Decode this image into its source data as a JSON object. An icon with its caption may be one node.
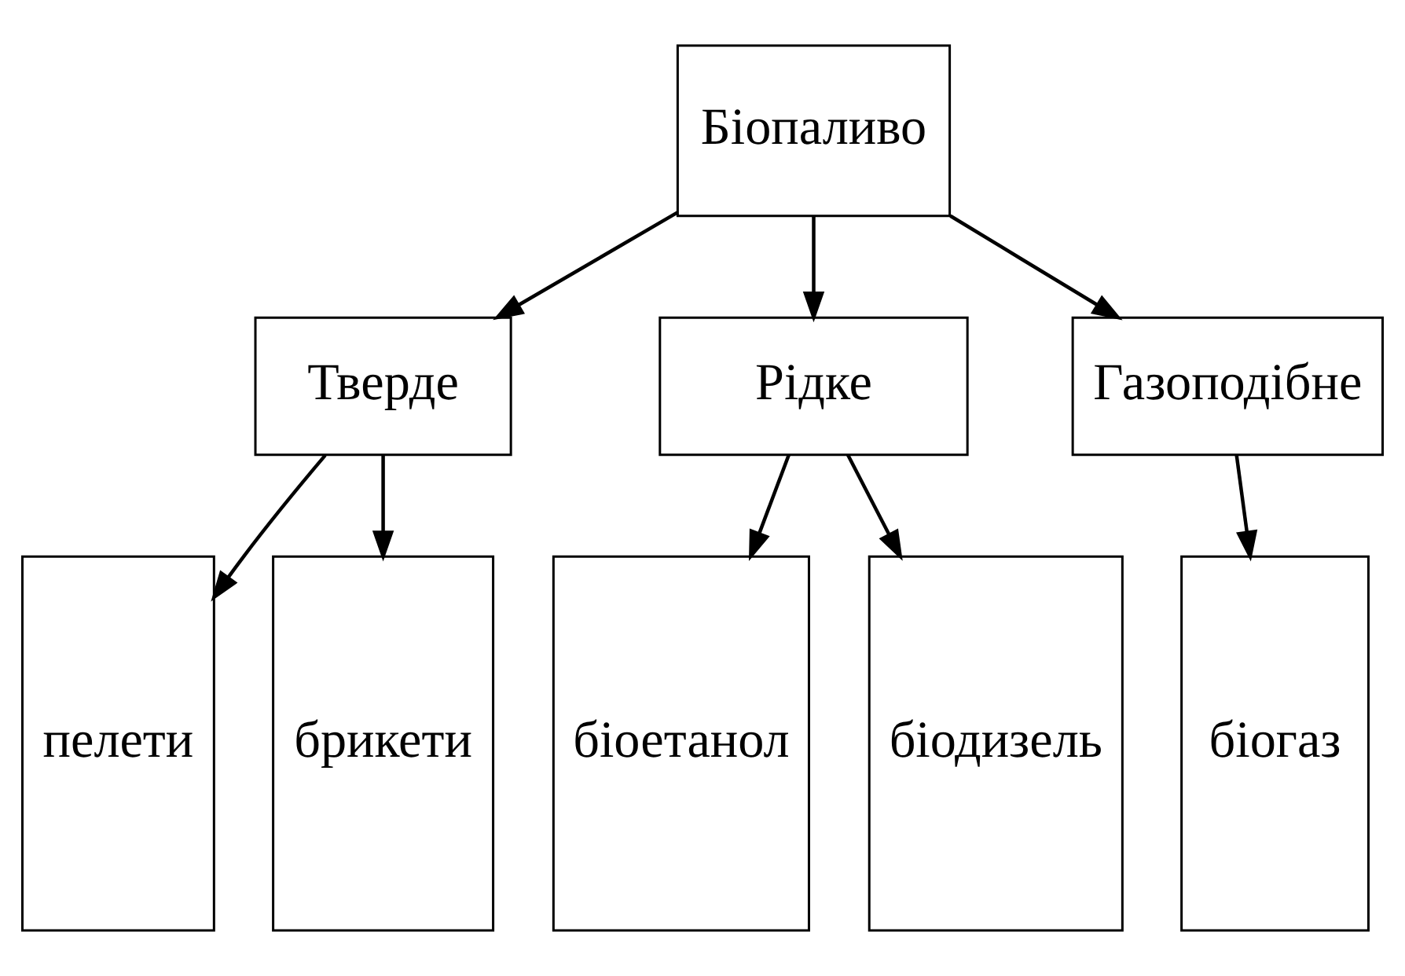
{
  "diagram": {
    "nodes": [
      {
        "text": [
          "Біопаливо"
        ]
      },
      {
        "text": [
          "Тверде"
        ]
      },
      {
        "text": [
          "Рідке"
        ]
      },
      {
        "text": [
          "Газоподібне"
        ]
      },
      {
        "text": [
          "пелети"
        ]
      },
      {
        "text": [
          "брикети"
        ]
      },
      {
        "text": [
          "біоетанол"
        ]
      },
      {
        "text": [
          "біодизель"
        ]
      },
      {
        "text": [
          "біогаз"
        ]
      }
    ],
    "edges": [
      {
        "from": 0,
        "to": 1,
        "arrow": "to"
      },
      {
        "from": 0,
        "to": 2,
        "arrow": "to"
      },
      {
        "from": 0,
        "to": 3,
        "arrow": "to"
      },
      {
        "from": 1,
        "to": 4,
        "arrow": "to"
      },
      {
        "from": 1,
        "to": 5,
        "arrow": "to"
      },
      {
        "from": 2,
        "to": 6,
        "arrow": "to"
      },
      {
        "from": 2,
        "to": 7,
        "arrow": "to"
      },
      {
        "from": 3,
        "to": 8,
        "arrow": "to"
      }
    ]
  }
}
